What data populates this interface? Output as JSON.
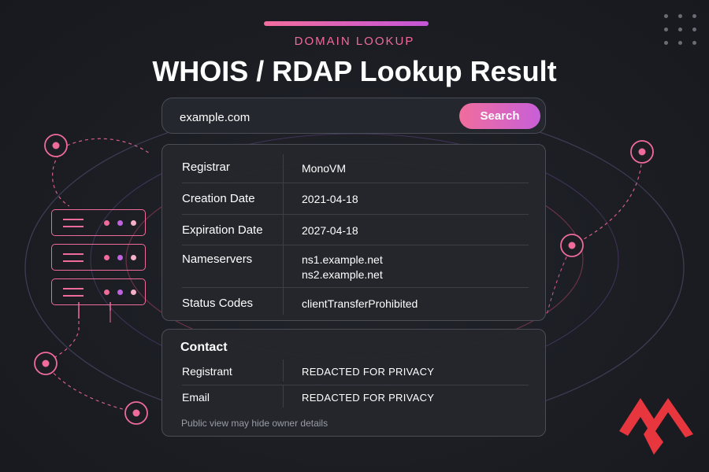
{
  "header": {
    "eyebrow": "DOMAIN LOOKUP",
    "title": "WHOIS / RDAP Lookup Result"
  },
  "search": {
    "value": "example.com",
    "button_label": "Search"
  },
  "result": {
    "rows": [
      {
        "label": "Registrar",
        "value": "MonoVM"
      },
      {
        "label": "Creation Date",
        "value": "2021-04-18"
      },
      {
        "label": "Expiration Date",
        "value": "2027-04-18"
      },
      {
        "label": "Nameservers",
        "value": "ns1.example.net",
        "value2": "ns2.example.net"
      },
      {
        "label": "Status Codes",
        "value": "clientTransferProhibited"
      }
    ]
  },
  "contact": {
    "title": "Contact",
    "rows": [
      {
        "label": "Registrant",
        "value": "REDACTED FOR PRIVACY"
      },
      {
        "label": "Email",
        "value": "REDACTED FOR PRIVACY"
      }
    ],
    "footnote": "Public view may hide owner details"
  },
  "colors": {
    "background": "#1c1e24",
    "accent_pink": "#f06d9d",
    "accent_purple": "#c85fd8",
    "logo_red": "#e8363f"
  },
  "icons": {
    "server_stack": "server-stack-icon",
    "node": "network-node-icon",
    "dots_grid": "dots-grid-icon",
    "logo": "brand-logo-icon"
  }
}
